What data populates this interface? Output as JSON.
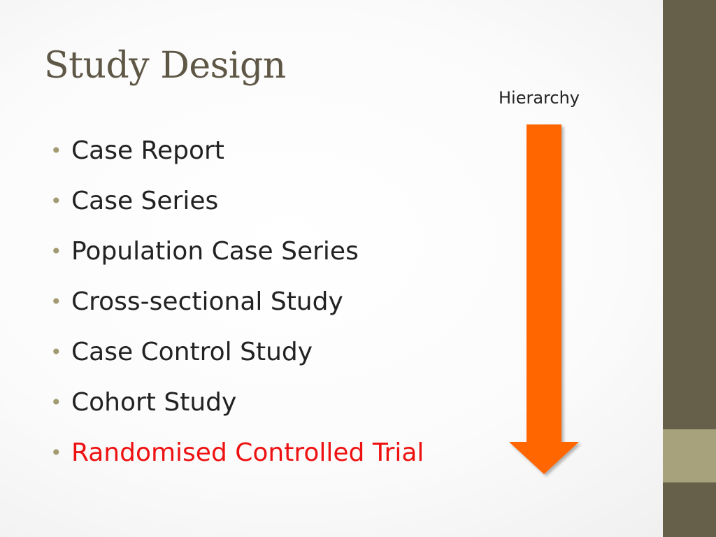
{
  "slide": {
    "title": "Study Design",
    "hierarchy_label": "Hierarchy",
    "bullet_glyph": "•",
    "items": [
      {
        "label": "Case Report"
      },
      {
        "label": "Case Series"
      },
      {
        "label": "Population Case Series"
      },
      {
        "label": "Cross-sectional Study"
      },
      {
        "label": "Case Control Study"
      },
      {
        "label": "Cohort Study"
      },
      {
        "label": "Randomised Controlled Trial"
      }
    ],
    "highlight_color": "#ee1111",
    "arrow_color": "#ff6600",
    "sidebar_color": "#665f4a",
    "sidebar_accent_color": "#a7a27c",
    "bullet_color": "#a29b72",
    "title_color": "#5f5746"
  }
}
